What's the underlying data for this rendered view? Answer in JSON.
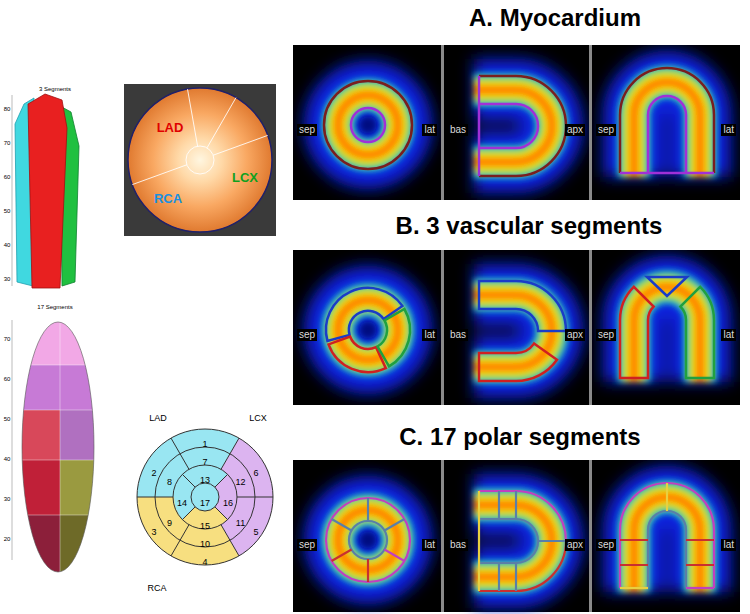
{
  "diagram": {
    "nodes": [
      {
        "text": [
          "sep",
          "lat"
        ]
      },
      {
        "text": [
          "bas",
          "apx"
        ]
      },
      {
        "text": [
          "sep",
          "lat"
        ]
      },
      {
        "text": [
          "LAD",
          "LCX",
          "RCA"
        ]
      },
      {
        "text": [
          "sep",
          "lat"
        ]
      },
      {
        "text": [
          "bas",
          "apx"
        ]
      },
      {
        "text": [
          "sep",
          "lat"
        ]
      },
      {
        "text": [
          "sep",
          "lat"
        ]
      },
      {
        "text": [
          "bas",
          "apx"
        ]
      },
      {
        "text": [
          "sep",
          "lat"
        ]
      }
    ],
    "labels": [
      "A. Myocardium",
      "3 Segments",
      "80",
      "70",
      "60",
      "50",
      "40",
      "30",
      "B. 3 vascular segments",
      "17 Segments",
      "70",
      "60",
      "50",
      "40",
      "30",
      "20",
      "LAD",
      "LCX",
      "RCA",
      "1",
      "2",
      "3",
      "4",
      "5",
      "6",
      "7",
      "8",
      "9",
      "10",
      "11",
      "12",
      "13",
      "14",
      "15",
      "16",
      "17",
      "C. 17 polar segments"
    ]
  }
}
